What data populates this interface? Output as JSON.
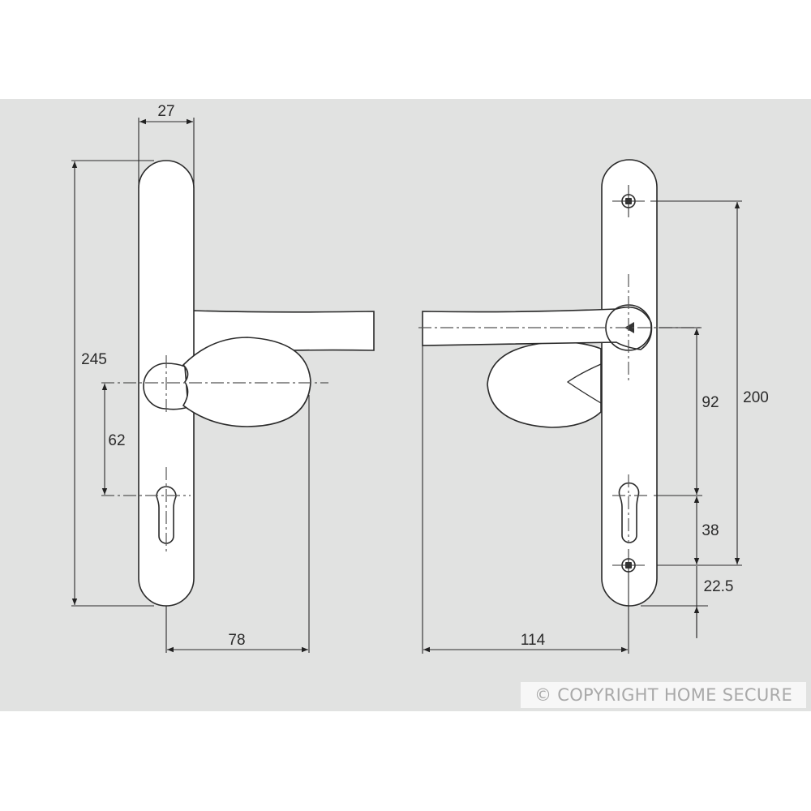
{
  "diagram": {
    "type": "technical-drawing",
    "subject": "door handle set with knob (inside/outside views)",
    "colors": {
      "background": "#e1e2e1",
      "page": "#ffffff",
      "part_fill": "#ffffff",
      "line": "#2a2a2a",
      "watermark_text": "#a9a9a9"
    },
    "left_view": {
      "dimensions": {
        "plate_width": "27",
        "plate_height": "245",
        "spindle_to_cylinder": "62",
        "projection": "78"
      }
    },
    "right_view": {
      "dimensions": {
        "screw_centers": "200",
        "spindle_to_cylinder": "92",
        "cylinder_to_screw": "38",
        "screw_to_bottom": "22.5",
        "lever_projection": "114"
      }
    },
    "units": "mm"
  },
  "watermark": {
    "text": "© COPYRIGHT HOME SECURE"
  }
}
